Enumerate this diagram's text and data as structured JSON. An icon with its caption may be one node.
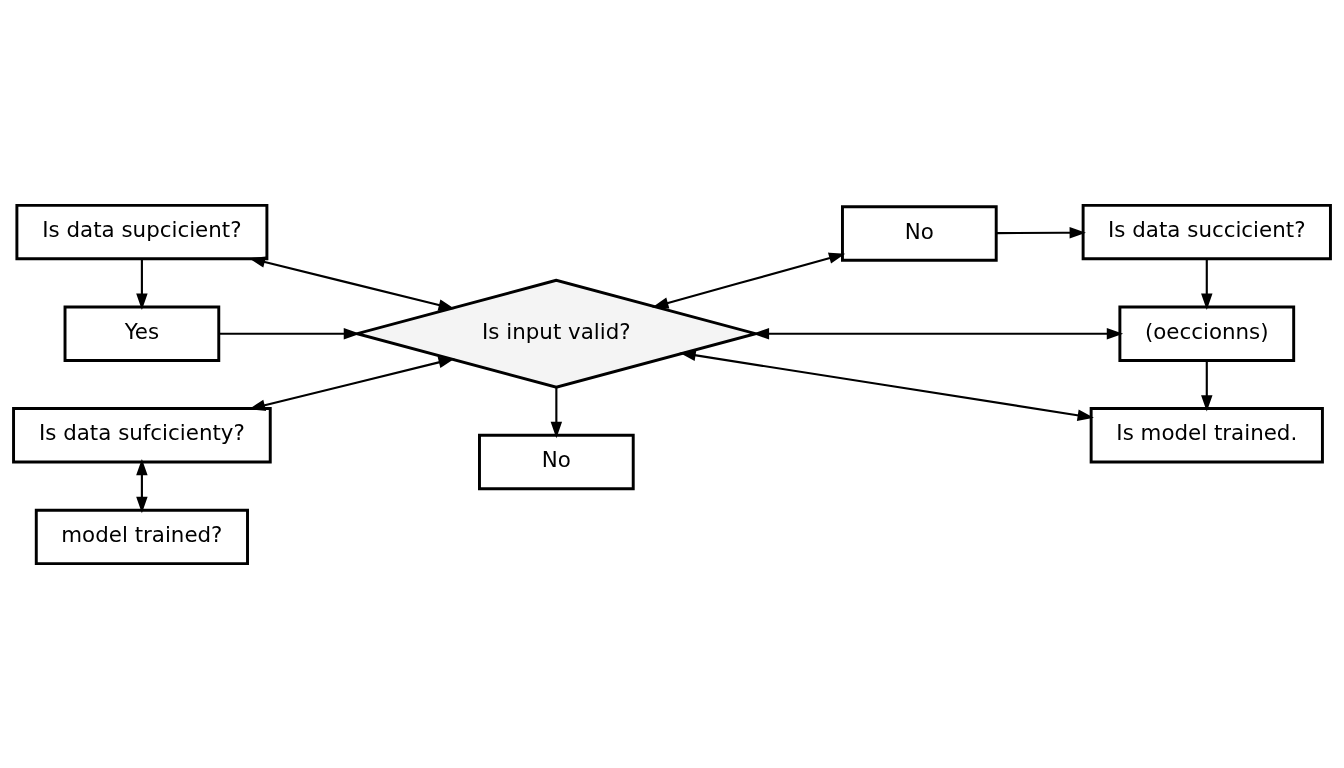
{
  "diagram": {
    "nodes": [
      {
        "text": [
          "Is data supcicient?"
        ]
      },
      {
        "text": [
          "Yes"
        ]
      },
      {
        "text": [
          "Is data sufcicienty?"
        ]
      },
      {
        "text": [
          "model trained?"
        ]
      },
      {
        "text": [
          "Is input valid?"
        ]
      },
      {
        "text": [
          "No"
        ]
      },
      {
        "text": [
          "No"
        ]
      },
      {
        "text": [
          "Is data succicient?"
        ]
      },
      {
        "text": [
          "(oeccionns)"
        ]
      },
      {
        "text": [
          "Is model trained."
        ]
      }
    ],
    "edges": [
      {
        "from": 0,
        "to": 4,
        "arrow": "both"
      },
      {
        "from": 0,
        "to": 1,
        "arrow": "to"
      },
      {
        "from": 1,
        "to": 4,
        "arrow": "to"
      },
      {
        "from": 2,
        "to": 4,
        "arrow": "both"
      },
      {
        "from": 2,
        "to": 3,
        "arrow": "both"
      },
      {
        "from": 4,
        "to": 5,
        "arrow": "to"
      },
      {
        "from": 4,
        "to": 6,
        "arrow": "both"
      },
      {
        "from": 6,
        "to": 7,
        "arrow": "to"
      },
      {
        "from": 7,
        "to": 8,
        "arrow": "to"
      },
      {
        "from": 4,
        "to": 8,
        "arrow": "both"
      },
      {
        "from": 8,
        "to": 9,
        "arrow": "to"
      },
      {
        "from": 4,
        "to": 9,
        "arrow": "both"
      }
    ]
  }
}
